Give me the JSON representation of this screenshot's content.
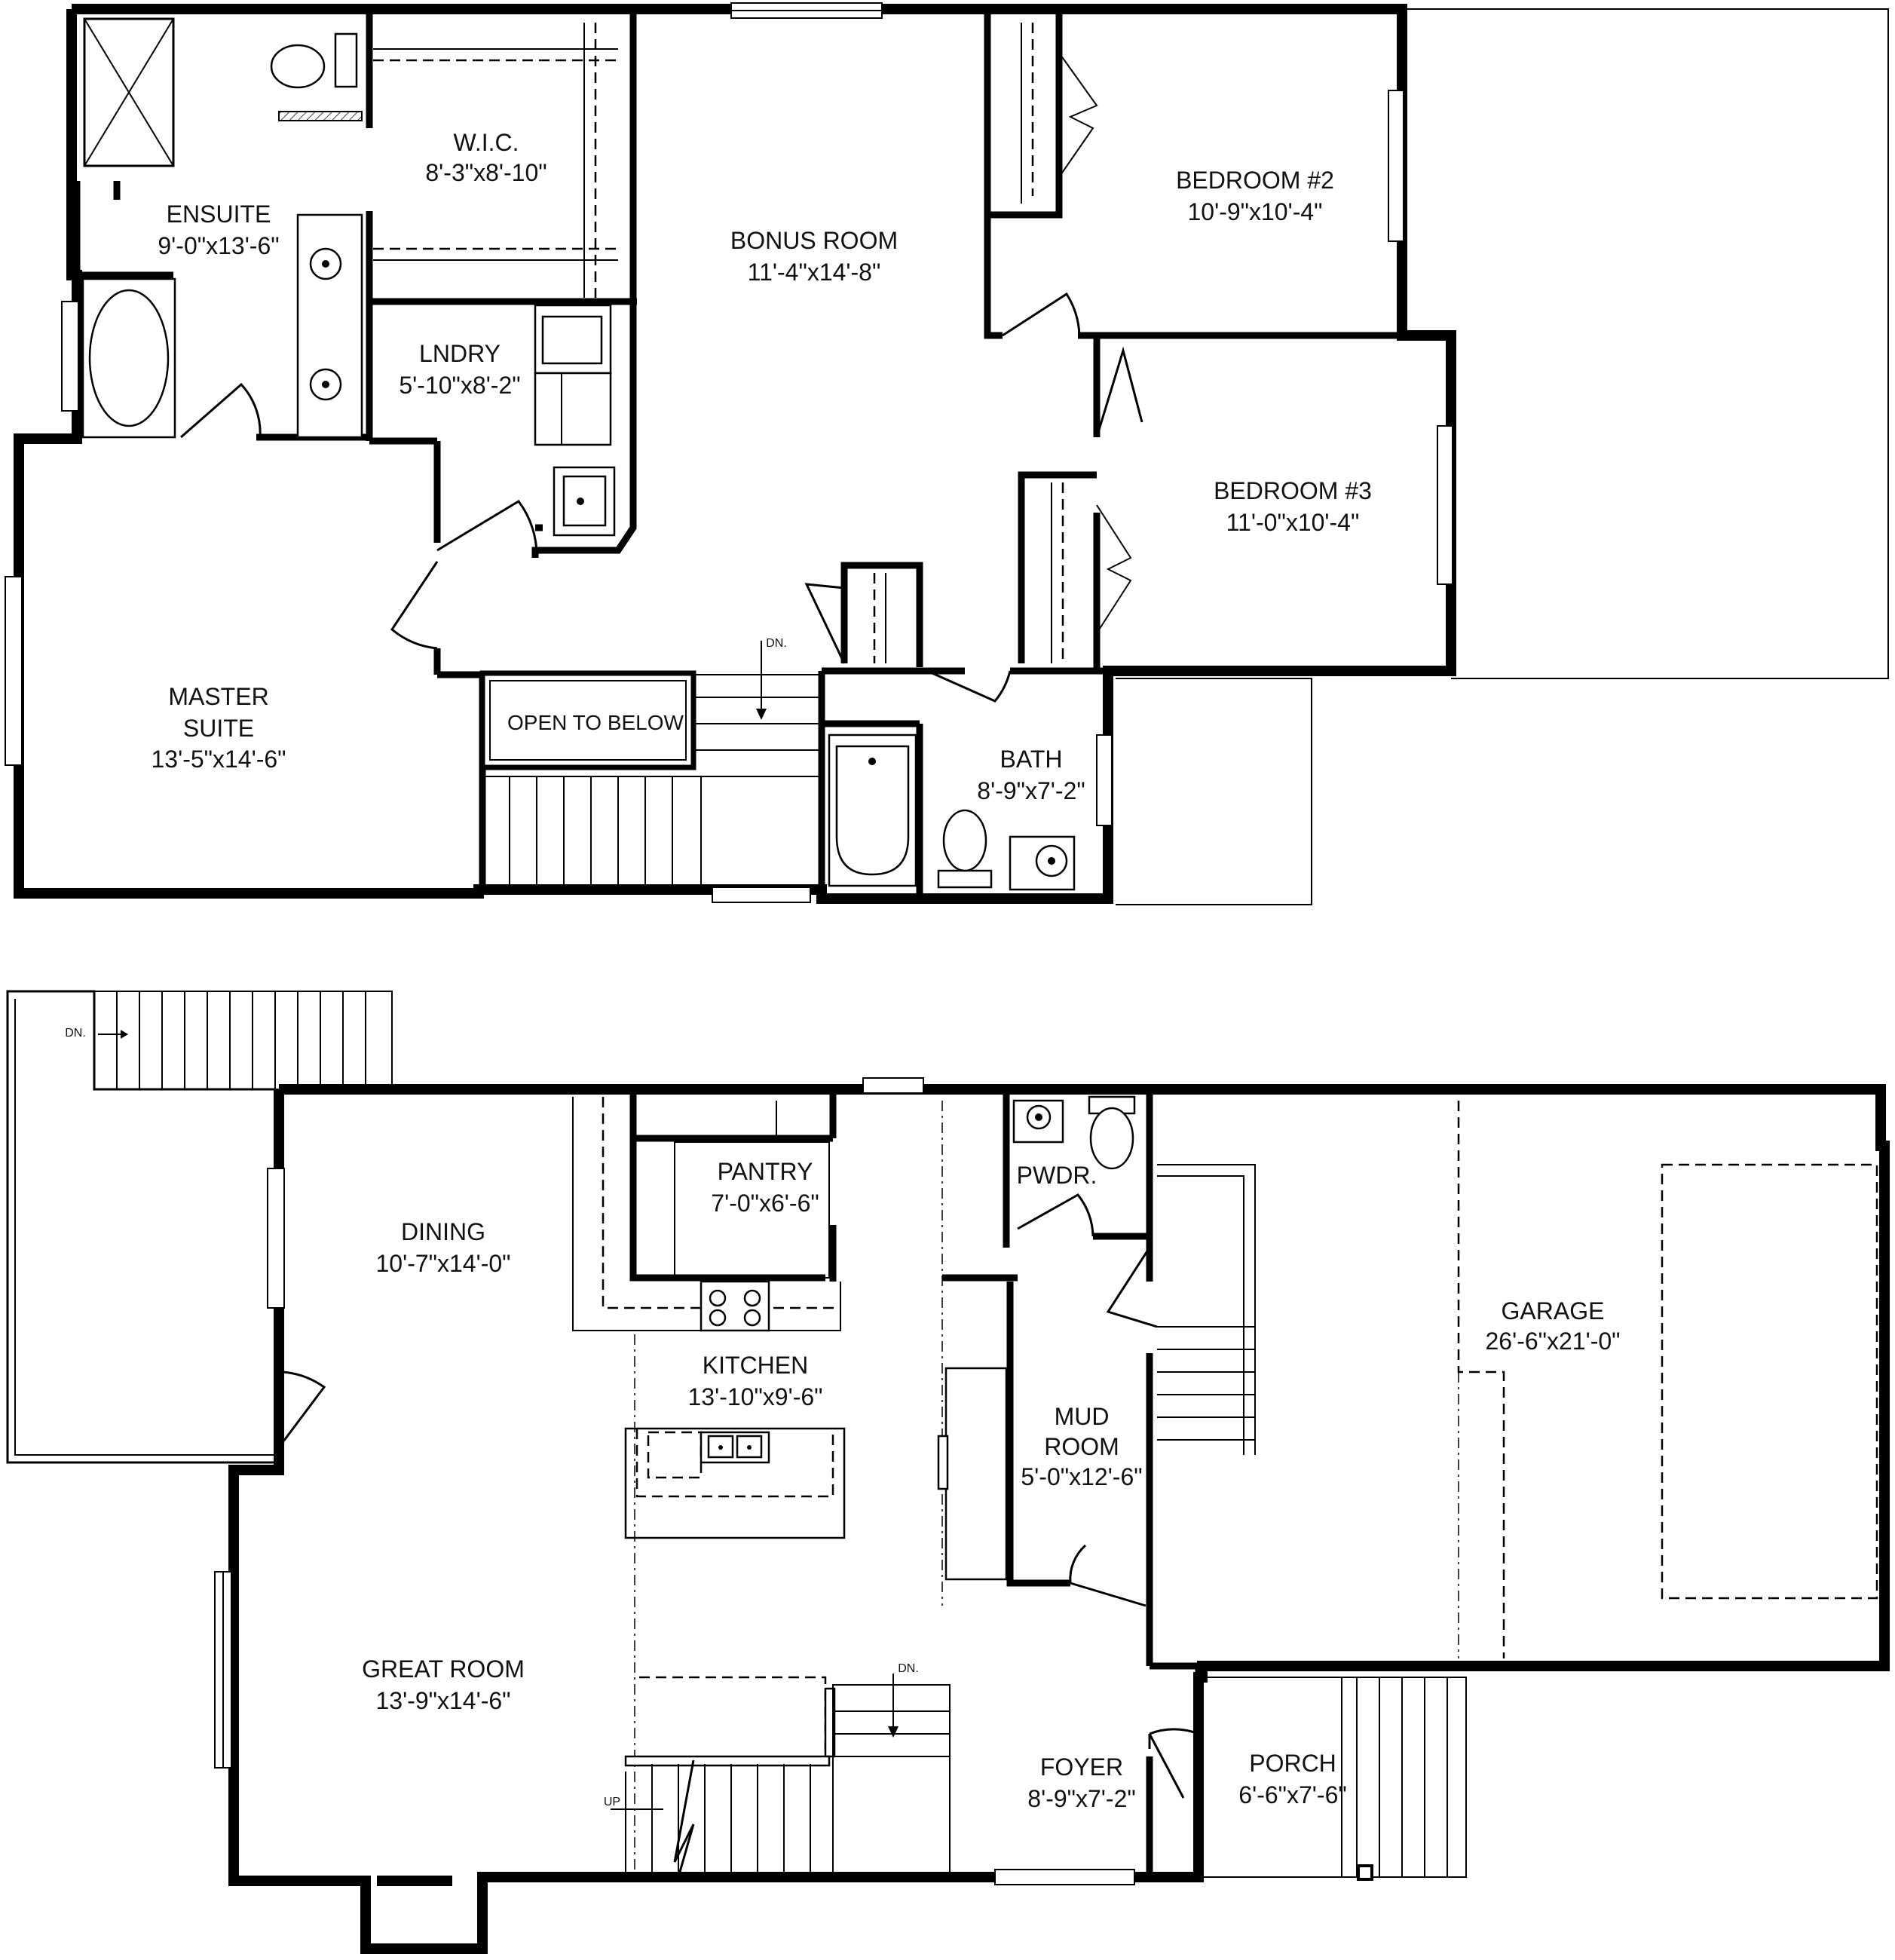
{
  "upper_floor": {
    "rooms": {
      "ensuite": {
        "name": "ENSUITE",
        "dim": "9'-0\"x13'-6\""
      },
      "wic": {
        "name": "W.I.C.",
        "dim": "8'-3\"x8'-10\""
      },
      "bonus": {
        "name": "BONUS ROOM",
        "dim": "11'-4\"x14'-8\""
      },
      "bedroom2": {
        "name": "BEDROOM #2",
        "dim": "10'-9\"x10'-4\""
      },
      "lndry": {
        "name": "LNDRY",
        "dim": "5'-10\"x8'-2\""
      },
      "bedroom3": {
        "name": "BEDROOM #3",
        "dim": "11'-0\"x10'-4\""
      },
      "master": {
        "name_line1": "MASTER",
        "name_line2": "SUITE",
        "dim": "13'-5\"x14'-6\""
      },
      "open_below": {
        "name": "OPEN TO BELOW"
      },
      "bath": {
        "name": "BATH",
        "dim": "8'-9\"x7'-2\""
      }
    },
    "stair_note": "DN."
  },
  "main_floor": {
    "rooms": {
      "pantry": {
        "name": "PANTRY",
        "dim": "7'-0\"x6'-6\""
      },
      "pwdr": {
        "name": "PWDR."
      },
      "dining": {
        "name": "DINING",
        "dim": "10'-7\"x14'-0\""
      },
      "kitchen": {
        "name": "KITCHEN",
        "dim": "13'-10\"x9'-6\""
      },
      "garage": {
        "name": "GARAGE",
        "dim": "26'-6\"x21'-0\""
      },
      "mud": {
        "name_line1": "MUD",
        "name_line2": "ROOM",
        "dim": "5'-0\"x12'-6\""
      },
      "great": {
        "name": "GREAT ROOM",
        "dim": "13'-9\"x14'-6\""
      },
      "foyer": {
        "name": "FOYER",
        "dim": "8'-9\"x7'-2\""
      },
      "porch": {
        "name": "PORCH",
        "dim": "6'-6\"x7'-6\""
      }
    },
    "deck_stair_note": "DN.",
    "stair_down_note": "DN.",
    "stair_up_note": "UP"
  }
}
